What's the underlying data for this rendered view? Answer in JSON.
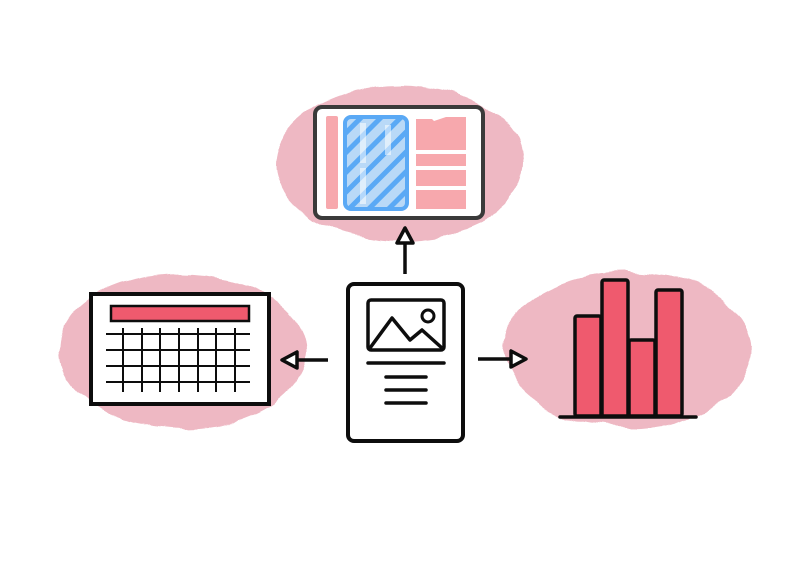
{
  "diagram": {
    "center_node": {
      "icon": "document-with-image-icon"
    },
    "targets": [
      {
        "id": "top",
        "icon": "layout-mockup-icon",
        "direction": "up"
      },
      {
        "id": "left",
        "icon": "table-grid-icon",
        "direction": "left"
      },
      {
        "id": "right",
        "icon": "bar-chart-icon",
        "direction": "right"
      }
    ]
  },
  "colors": {
    "blob_pink": "#eeb8c3",
    "blob_pink_light": "#f3cdd5",
    "accent_red": "#ef5a6e",
    "panel_pink": "#f7a8ad",
    "highlight_blue": "#5aa9f5",
    "highlight_blue_fill": "#b9d9f7",
    "stroke": "#0d0d0d",
    "frame_gray": "#3a3a3a"
  }
}
